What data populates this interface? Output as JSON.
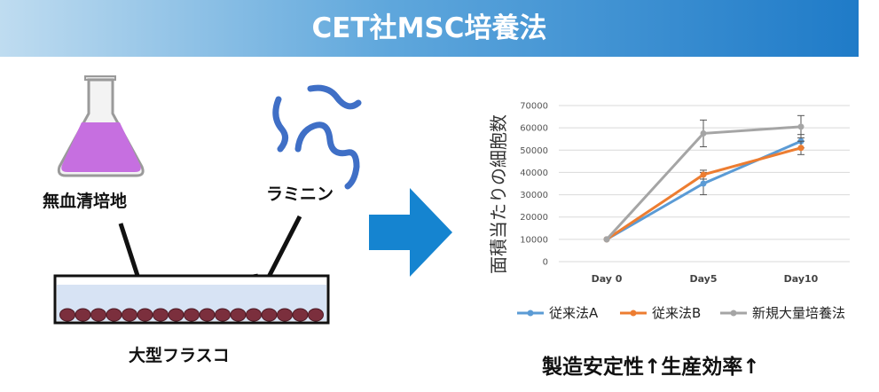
{
  "header": {
    "title": "CET社MSC培養法"
  },
  "labels": {
    "medium": "無血清培地",
    "laminin": "ラミニン",
    "flask": "大型フラスコ",
    "conclusion": "製造安定性↑生産効率↑"
  },
  "colors": {
    "flask_liquid": "#c66fe0",
    "laminin": "#3f6fc6",
    "arrow": "#1584d0",
    "cells": "#7b2f3d"
  },
  "chart_data": {
    "type": "line",
    "categories": [
      "Day 0",
      "Day5",
      "Day10"
    ],
    "ylabel": "面積当たりの細胞数",
    "ylim": [
      0,
      70000
    ],
    "yticks": [
      0,
      10000,
      20000,
      30000,
      40000,
      50000,
      60000,
      70000
    ],
    "grid": true,
    "legend": "bottom",
    "series": [
      {
        "name": "従来法A",
        "color": "#5b9bd5",
        "values": [
          10000,
          35000,
          54000
        ],
        "errors": [
          0,
          5000,
          3000
        ]
      },
      {
        "name": "従来法B",
        "color": "#ed7d31",
        "values": [
          10000,
          39000,
          51000
        ],
        "errors": [
          0,
          2000,
          3000
        ]
      },
      {
        "name": "新規大量培養法",
        "color": "#a5a5a5",
        "values": [
          10000,
          57500,
          60500
        ],
        "errors": [
          0,
          6000,
          5000
        ]
      }
    ]
  }
}
